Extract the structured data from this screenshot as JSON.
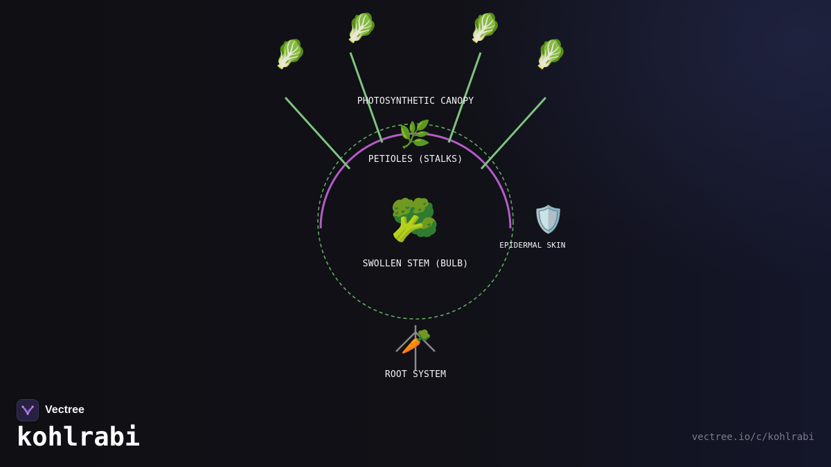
{
  "diagram": {
    "labels": {
      "canopy": "PHOTOSYNTHETIC CANOPY",
      "petioles": "PETIOLES (STALKS)",
      "bulb": "SWOLLEN STEM (BULB)",
      "skin": "EPIDERMAL SKIN",
      "roots": "ROOT SYSTEM"
    },
    "icons": {
      "leaves": [
        "🥬",
        "🥬",
        "🥬",
        "🥬"
      ],
      "sprout": "🌿",
      "bulb": "🥦",
      "skin": "🛡️",
      "roots": "🥕"
    },
    "colors": {
      "stalk": "#7fc47f",
      "skin_arc": "#b65cc8",
      "outline": "#5fae5f",
      "root_lines": "#8a8a8a"
    }
  },
  "brand": {
    "name": "Vectree",
    "logo_icon": "vectree-logo-icon"
  },
  "page": {
    "title": "kohlrabi",
    "source_url": "vectree.io/c/kohlrabi"
  }
}
